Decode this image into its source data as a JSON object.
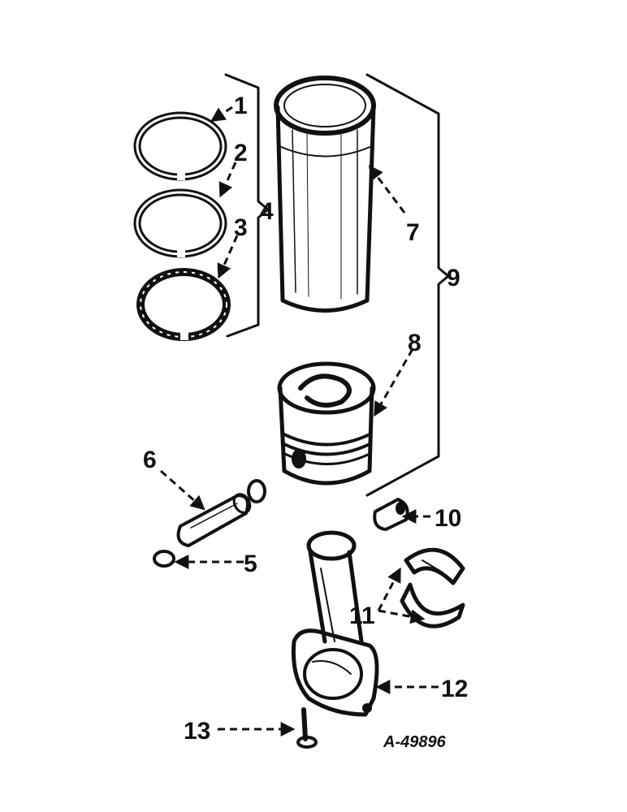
{
  "callouts": {
    "c1": "1",
    "c2": "2",
    "c3": "3",
    "c4": "4",
    "c5": "5",
    "c6": "6",
    "c7": "7",
    "c8": "8",
    "c9": "9",
    "c10": "10",
    "c11": "11",
    "c12": "12",
    "c13": "13"
  },
  "reference_code": "A-49896"
}
